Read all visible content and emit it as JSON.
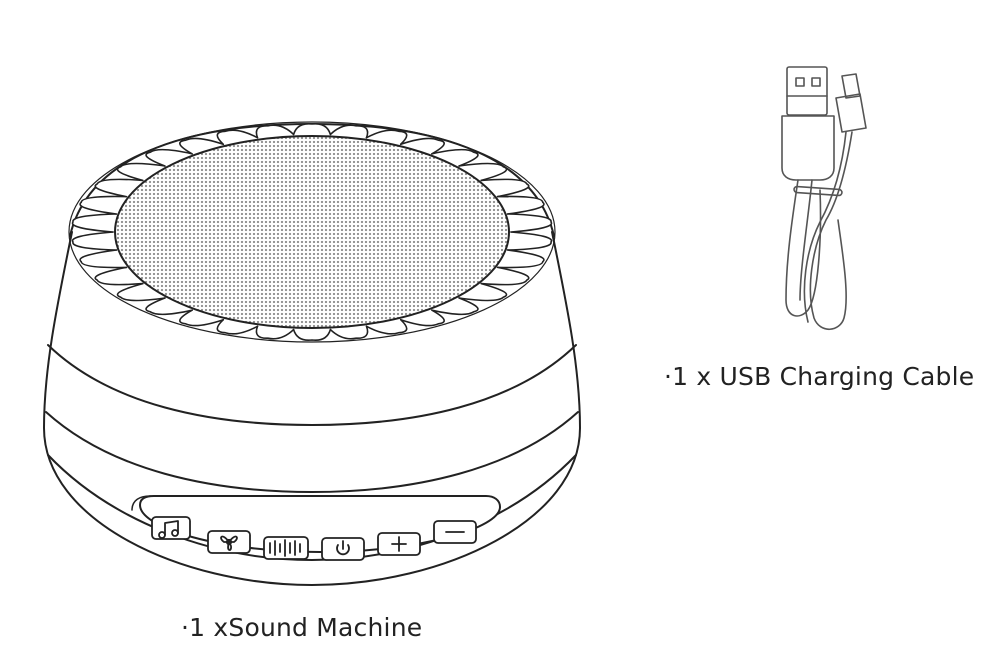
{
  "captions": {
    "cable": "·1 x USB Charging Cable",
    "machine": "·1 xSound Machine"
  },
  "device": {
    "buttons": [
      {
        "id": "music",
        "icon": "music-note-icon"
      },
      {
        "id": "fan",
        "icon": "fan-icon"
      },
      {
        "id": "wave",
        "icon": "sound-wave-icon"
      },
      {
        "id": "power",
        "icon": "power-icon"
      },
      {
        "id": "plus",
        "icon": "plus-icon"
      },
      {
        "id": "minus",
        "icon": "minus-icon"
      }
    ]
  },
  "colors": {
    "line": "#222222",
    "grille": "#9a9a9a",
    "background": "#ffffff"
  }
}
